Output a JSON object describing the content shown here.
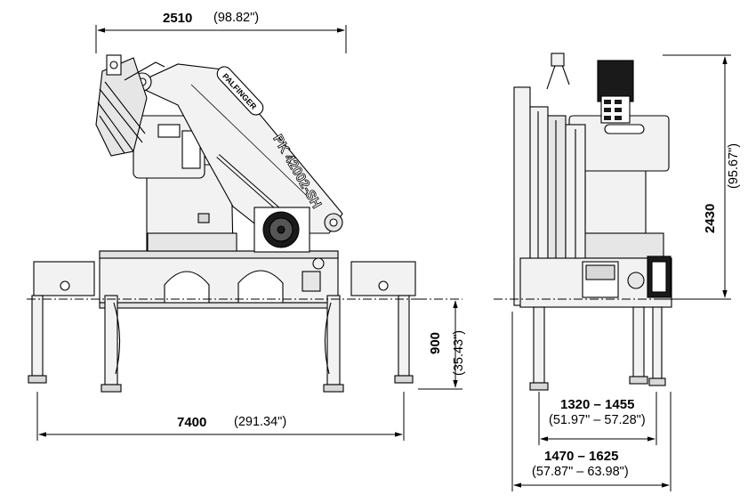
{
  "brand": "PALFINGER",
  "model": "PK 42002-SH",
  "dimensions": {
    "top_width": {
      "value": "2510",
      "imperial": "(98.82\")"
    },
    "total_height": {
      "value": "2430",
      "imperial": "(95.67\")"
    },
    "stabilizer_height": {
      "value": "900",
      "imperial": "(35.43\")"
    },
    "outrigger_span": {
      "value": "7400",
      "imperial": "(291.34\")"
    },
    "inner_width": {
      "value": "1320 – 1455",
      "imperial": "(51.97\" – 57.28\")"
    },
    "outer_width": {
      "value": "1470 – 1625",
      "imperial": "(57.87\" – 63.98\")"
    }
  },
  "colors": {
    "line": "#000000",
    "body": "#f2f2f2",
    "shade": "#d8d8d8",
    "dark": "#1a1a1a"
  }
}
